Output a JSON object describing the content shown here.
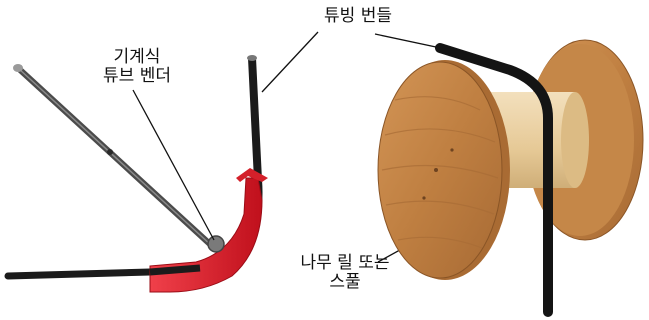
{
  "labels": {
    "bender_line1": "기계식",
    "bender_line2": "튜브 벤더",
    "bundle": "튜빙 번들",
    "reel_line1": "나무 릴 또는",
    "reel_line2": "스풀"
  },
  "colors": {
    "bender_red": "#e0202c",
    "tube_black": "#1a1a1a",
    "rod_gray": "#555555",
    "wood_light": "#c98a4b",
    "wood_dark": "#9a5f2c",
    "core_cream": "#ead2a6"
  },
  "icons": [
    "tube-bender-illustration",
    "cable-reel-illustration"
  ]
}
